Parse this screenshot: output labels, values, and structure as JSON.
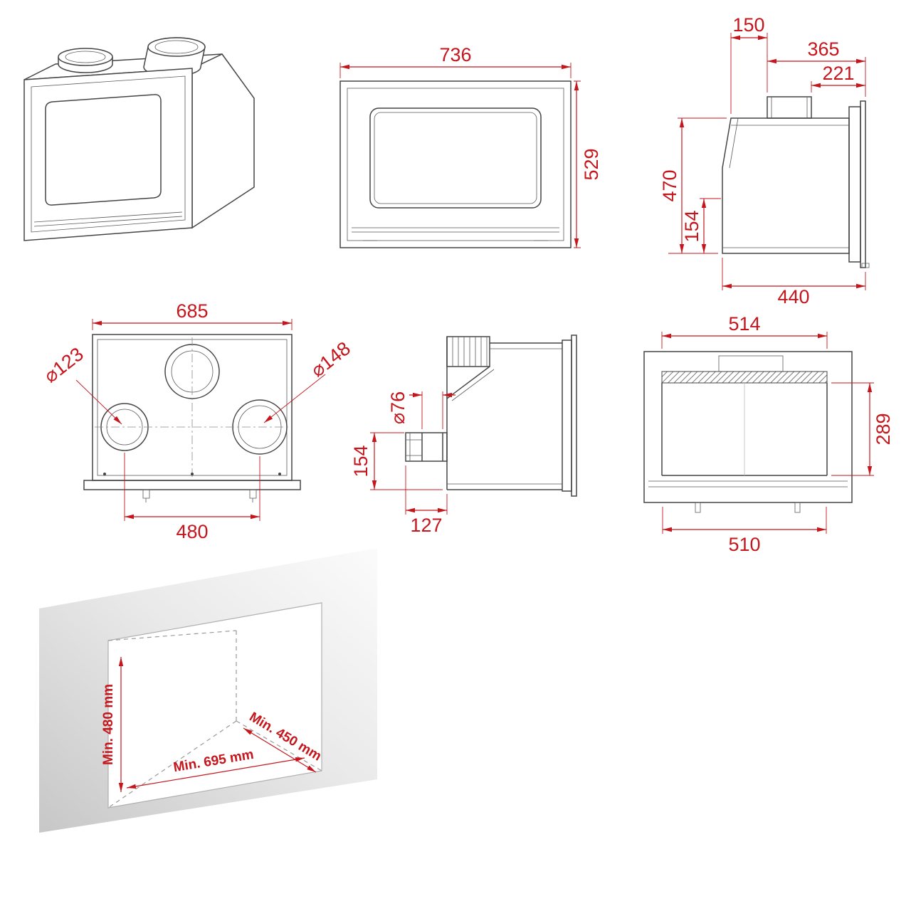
{
  "document": {
    "type": "technical-drawing",
    "subject": "built-in fireplace insert dimensions",
    "units": "mm"
  },
  "colors": {
    "outline": "#454545",
    "dimension": "#c4161c",
    "wall_shade": "#cccccc"
  },
  "views": {
    "front": {
      "width": "736",
      "height": "529"
    },
    "side": {
      "front_to_flue": "150",
      "top_depth": "365",
      "flue_to_back": "221",
      "height": "470",
      "lower_height": "154",
      "depth": "440"
    },
    "rear": {
      "width": "685",
      "left_collar_diameter": "⌀123",
      "right_collar_diameter": "⌀148",
      "collar_spacing": "480"
    },
    "side_outlet": {
      "pipe_diameter": "⌀76",
      "outlet_height": "154",
      "outlet_depth": "127"
    },
    "section": {
      "inner_width": "514",
      "inner_height": "289",
      "opening_width": "510"
    },
    "niche": {
      "min_height": "Min. 480 mm",
      "min_depth": "Min. 450 mm",
      "min_width": "Min. 695 mm"
    }
  }
}
